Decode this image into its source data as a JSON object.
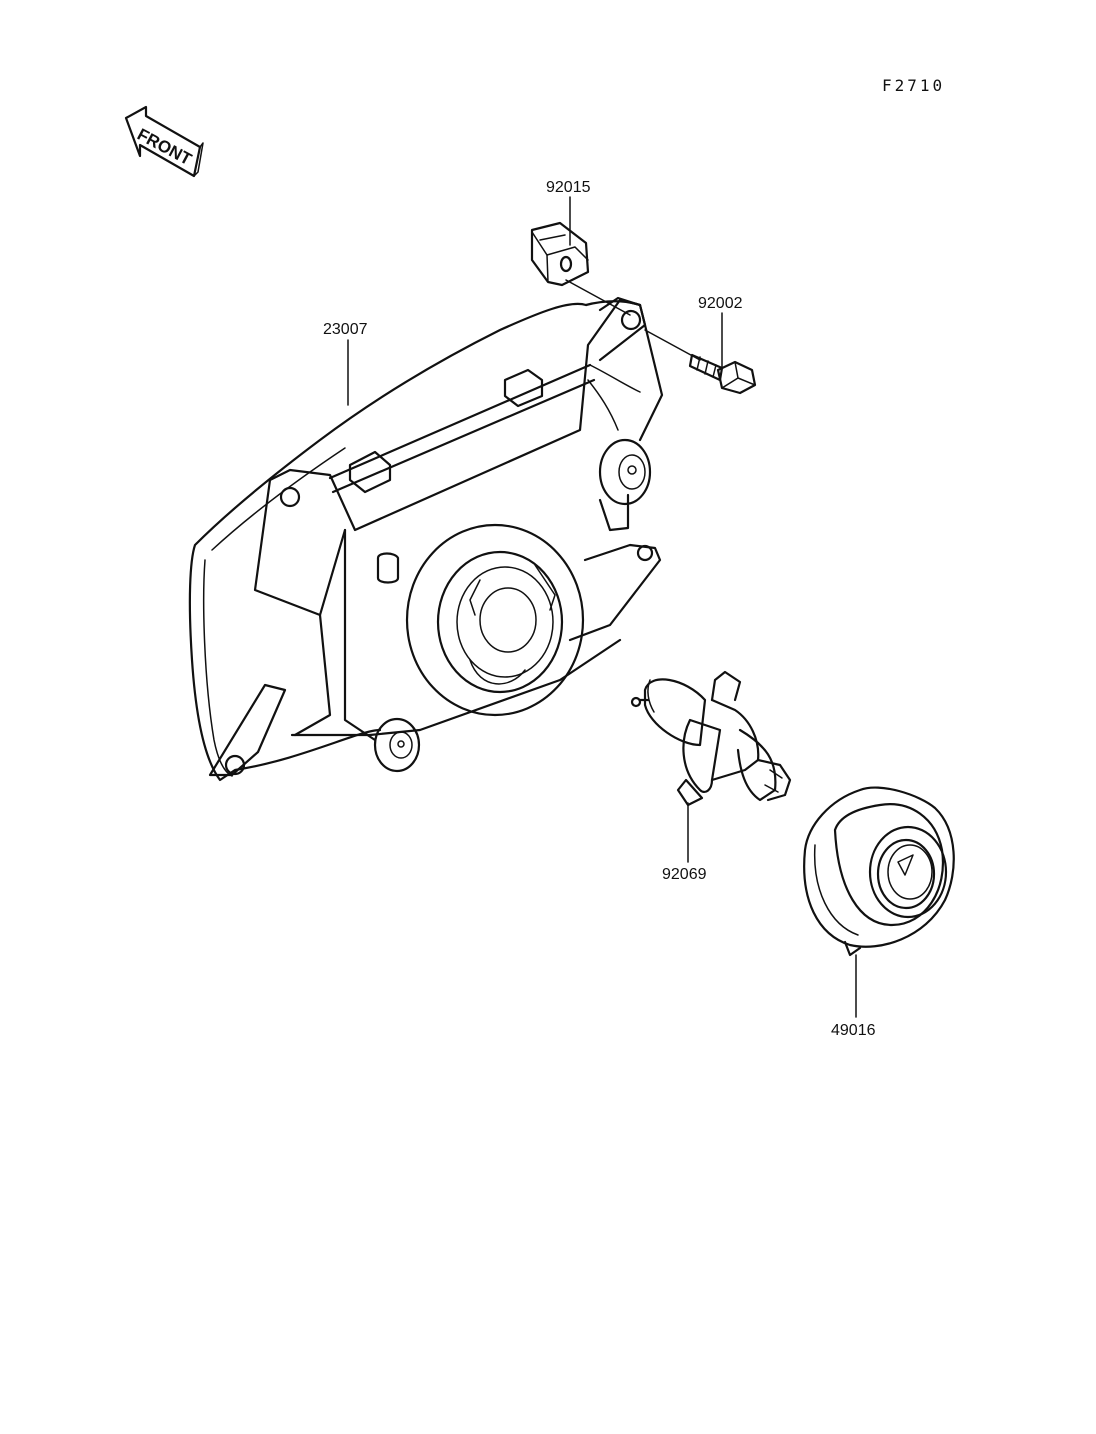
{
  "figure": {
    "code": "F2710",
    "direction_label": "FRONT"
  },
  "parts": [
    {
      "id": "p23007",
      "number": "23007"
    },
    {
      "id": "p92015",
      "number": "92015"
    },
    {
      "id": "p92002",
      "number": "92002"
    },
    {
      "id": "p92069",
      "number": "92069"
    },
    {
      "id": "p49016",
      "number": "49016"
    }
  ],
  "icons": {
    "front_arrow": "front-arrow-icon"
  },
  "colors": {
    "ink": "#111111",
    "paper": "#ffffff"
  }
}
